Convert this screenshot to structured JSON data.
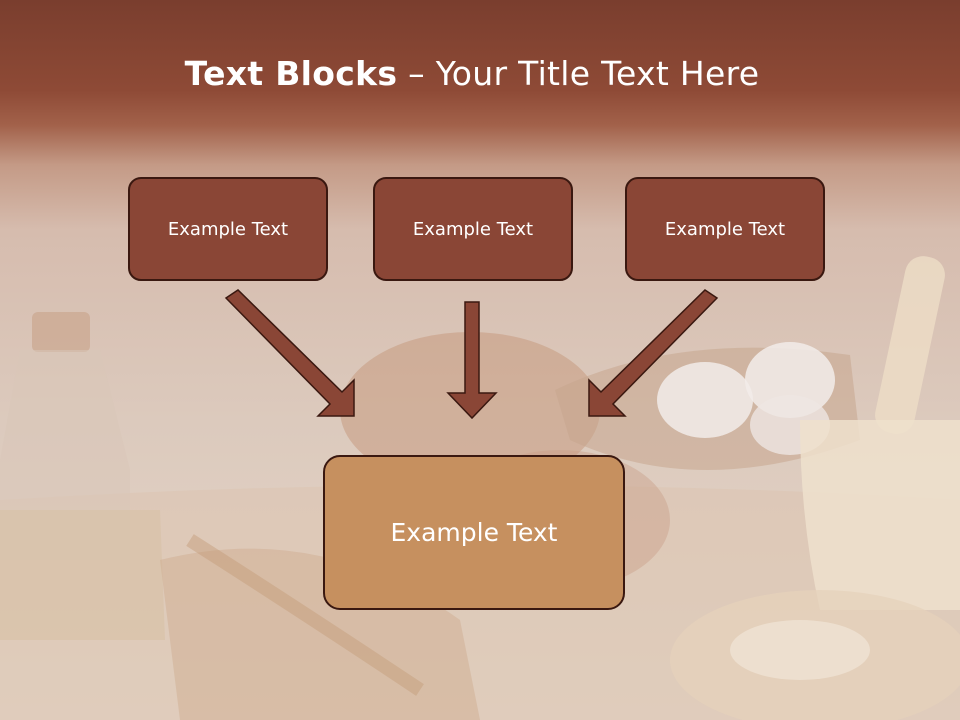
{
  "slide": {
    "title_bold": "Text Blocks",
    "title_dash": " – ",
    "title_rest": "Your Title Text Here",
    "blocks": [
      {
        "label": "Example Text"
      },
      {
        "label": "Example Text"
      },
      {
        "label": "Example Text"
      }
    ],
    "target": {
      "label": "Example Text"
    }
  },
  "colors": {
    "header": "#8e4a36",
    "small_box_fill": "#8a4636",
    "big_box_fill": "#c6905f",
    "border": "#3a1810",
    "arrow": "#8a4636"
  }
}
